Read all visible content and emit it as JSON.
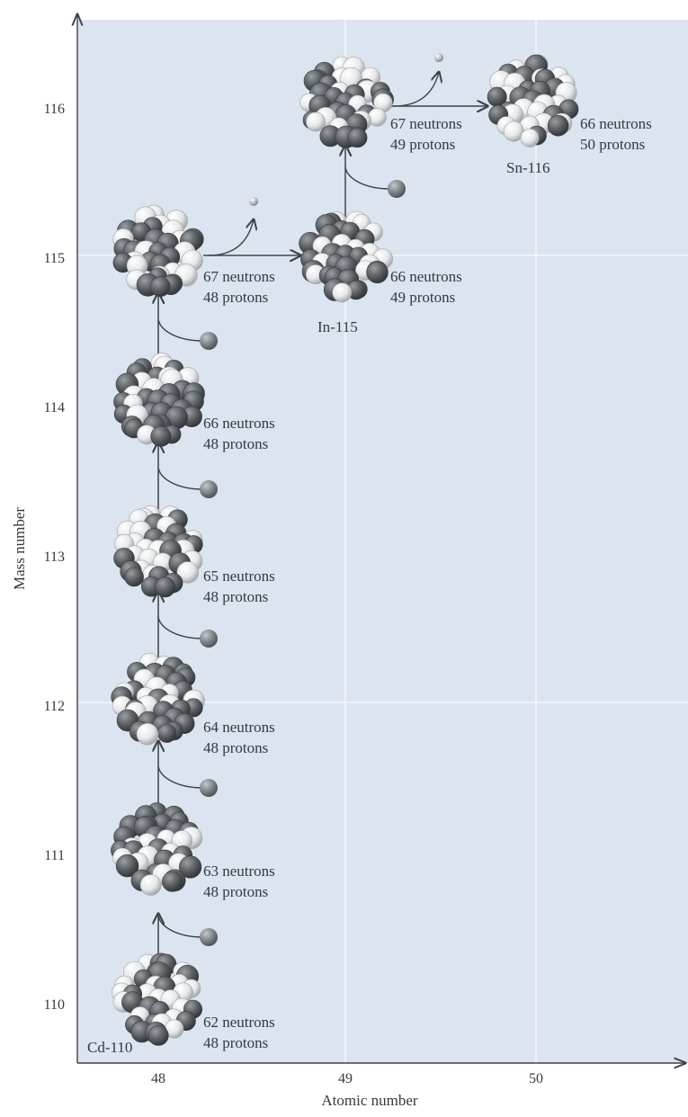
{
  "axes": {
    "y_title": "Mass number",
    "x_title": "Atomic number",
    "y_ticks": [
      "110",
      "111",
      "112",
      "113",
      "114",
      "115",
      "116"
    ],
    "x_ticks": [
      "48",
      "49",
      "50"
    ]
  },
  "nuclei": [
    {
      "id": "cd110",
      "line1": "62 neutrons",
      "line2": "48 protons",
      "name": "Cd-110",
      "z": 48,
      "a": 110
    },
    {
      "id": "cd111",
      "line1": "63 neutrons",
      "line2": "48 protons",
      "name": "",
      "z": 48,
      "a": 111
    },
    {
      "id": "cd112",
      "line1": "64 neutrons",
      "line2": "48 protons",
      "name": "",
      "z": 48,
      "a": 112
    },
    {
      "id": "cd113",
      "line1": "65 neutrons",
      "line2": "48 protons",
      "name": "",
      "z": 48,
      "a": 113
    },
    {
      "id": "cd114",
      "line1": "66 neutrons",
      "line2": "48 protons",
      "name": "",
      "z": 48,
      "a": 114
    },
    {
      "id": "cd115",
      "line1": "67 neutrons",
      "line2": "48 protons",
      "name": "",
      "z": 48,
      "a": 115
    },
    {
      "id": "in115",
      "line1": "66 neutrons",
      "line2": "49 protons",
      "name": "In-115",
      "z": 49,
      "a": 115
    },
    {
      "id": "in116",
      "line1": "67 neutrons",
      "line2": "49 protons",
      "name": "",
      "z": 49,
      "a": 116
    },
    {
      "id": "sn116",
      "line1": "66 neutrons",
      "line2": "50 protons",
      "name": "Sn-116",
      "z": 50,
      "a": 116
    }
  ],
  "colors": {
    "background": "#dbe4ef",
    "grid": "#eef2f7",
    "axis": "#3c4246",
    "neutron": "#5d6165",
    "proton": "#eceeef",
    "neutron_ball": "#7d8287",
    "electron": "#a9adb1"
  }
}
